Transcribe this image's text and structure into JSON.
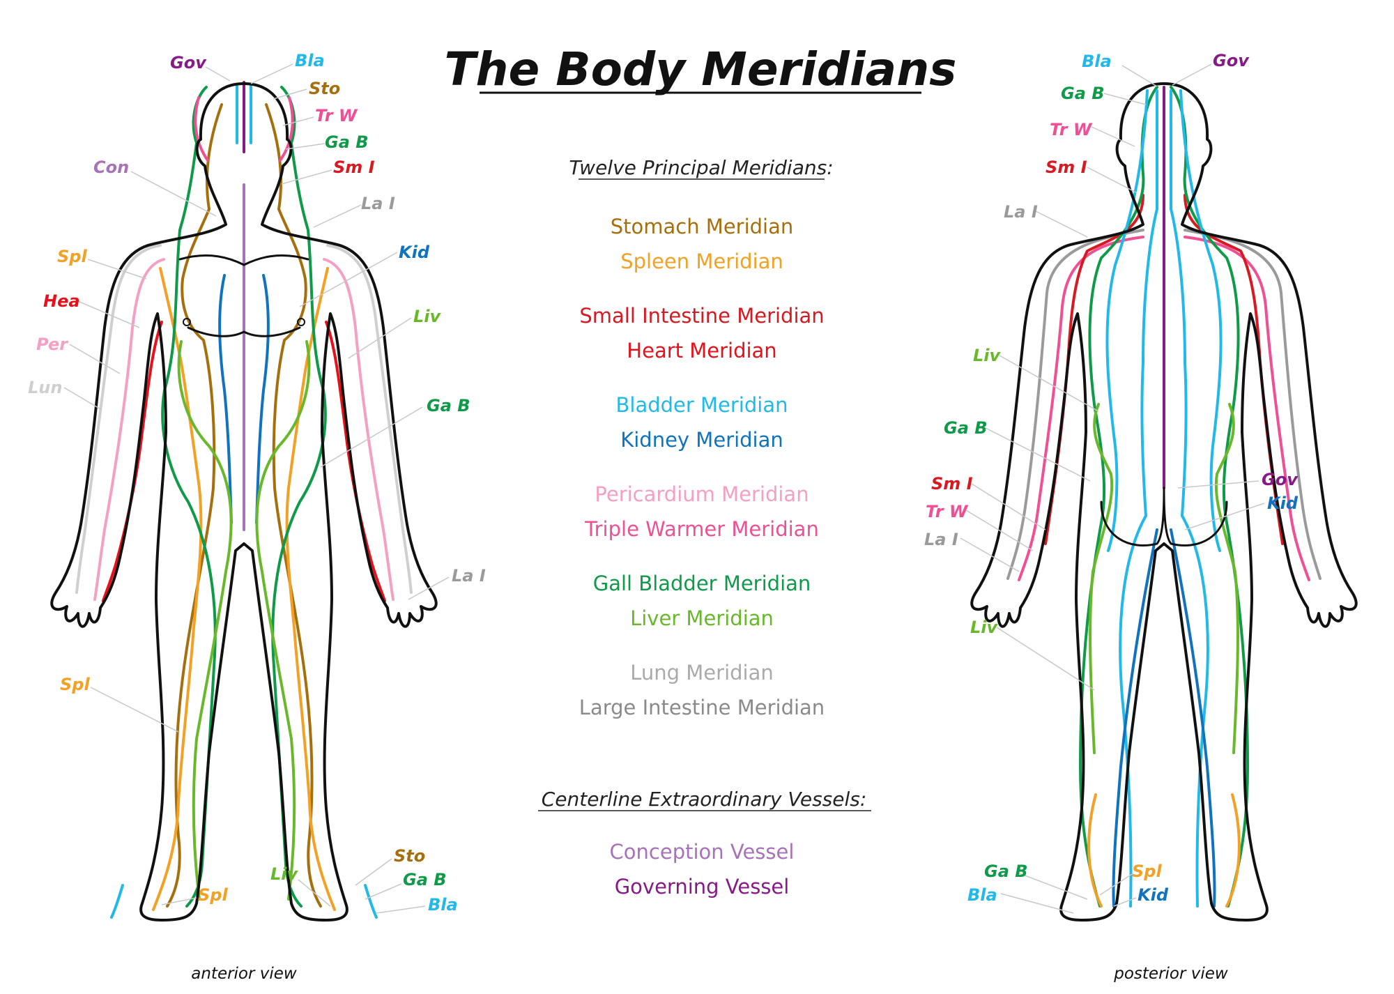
{
  "title": "The Body Meridians",
  "principal_heading": "Twelve Principal Meridians:",
  "extra_heading": "Centerline Extraordinary Vessels:",
  "colors": {
    "sto": "#a66f0e",
    "spl": "#f2a125",
    "smi": "#d71921",
    "hea": "#e8101a",
    "bla": "#22b8e8",
    "kid": "#1173bd",
    "per": "#f4a0c4",
    "trw": "#ef4f93",
    "gab": "#0e9a48",
    "liv": "#69b82c",
    "lun": "#cfcfcf",
    "lai": "#9a9a9a",
    "con": "#a872b8",
    "gov": "#861a86"
  },
  "legend": [
    {
      "text": "Stomach Meridian",
      "color": "#a66f0e"
    },
    {
      "text": "Spleen Meridian",
      "color": "#f2a125"
    },
    {
      "text": "Small Intestine Meridian",
      "color": "#d71921"
    },
    {
      "text": "Heart Meridian",
      "color": "#e8101a"
    },
    {
      "text": "Bladder Meridian",
      "color": "#22b8e8"
    },
    {
      "text": "Kidney Meridian",
      "color": "#1173bd"
    },
    {
      "text": "Pericardium Meridian",
      "color": "#f4a0c4"
    },
    {
      "text": "Triple Warmer Meridian",
      "color": "#ef4f93"
    },
    {
      "text": "Gall Bladder Meridian",
      "color": "#0e9a48"
    },
    {
      "text": "Liver Meridian",
      "color": "#69b82c"
    },
    {
      "text": "Lung Meridian",
      "color": "#aaaaaa"
    },
    {
      "text": "Large Intestine Meridian",
      "color": "#8a8a8a"
    }
  ],
  "vessels": [
    {
      "text": "Conception Vessel",
      "color": "#a872b8"
    },
    {
      "text": "Governing Vessel",
      "color": "#861a86"
    }
  ],
  "anterior_view": "anterior view",
  "posterior_view": "posterior view",
  "anterior_labels": [
    {
      "text": "Gov",
      "color": "#861a86"
    },
    {
      "text": "Bla",
      "color": "#22b8e8"
    },
    {
      "text": "Sto",
      "color": "#a66f0e"
    },
    {
      "text": "Tr W",
      "color": "#ef4f93"
    },
    {
      "text": "Ga B",
      "color": "#0e9a48"
    },
    {
      "text": "Sm I",
      "color": "#d71921"
    },
    {
      "text": "Con",
      "color": "#a872b8"
    },
    {
      "text": "La I",
      "color": "#9a9a9a"
    },
    {
      "text": "Spl",
      "color": "#f2a125"
    },
    {
      "text": "Kid",
      "color": "#1173bd"
    },
    {
      "text": "Hea",
      "color": "#e8101a"
    },
    {
      "text": "Liv",
      "color": "#69b82c"
    },
    {
      "text": "Per",
      "color": "#f4a0c4"
    },
    {
      "text": "Lun",
      "color": "#cfcfcf"
    },
    {
      "text": "Ga B",
      "color": "#0e9a48"
    },
    {
      "text": "La I",
      "color": "#9a9a9a"
    },
    {
      "text": "Spl",
      "color": "#f2a125"
    },
    {
      "text": "Sto",
      "color": "#a66f0e"
    },
    {
      "text": "Liv",
      "color": "#69b82c"
    },
    {
      "text": "Ga B",
      "color": "#0e9a48"
    },
    {
      "text": "Spl",
      "color": "#f2a125"
    },
    {
      "text": "Bla",
      "color": "#22b8e8"
    }
  ],
  "posterior_labels": [
    {
      "text": "Bla",
      "color": "#22b8e8"
    },
    {
      "text": "Gov",
      "color": "#861a86"
    },
    {
      "text": "Ga B",
      "color": "#0e9a48"
    },
    {
      "text": "Tr W",
      "color": "#ef4f93"
    },
    {
      "text": "Sm I",
      "color": "#d71921"
    },
    {
      "text": "La I",
      "color": "#9a9a9a"
    },
    {
      "text": "Liv",
      "color": "#69b82c"
    },
    {
      "text": "Ga B",
      "color": "#0e9a48"
    },
    {
      "text": "Sm I",
      "color": "#d71921"
    },
    {
      "text": "Gov",
      "color": "#861a86"
    },
    {
      "text": "Tr W",
      "color": "#ef4f93"
    },
    {
      "text": "Kid",
      "color": "#1173bd"
    },
    {
      "text": "La I",
      "color": "#9a9a9a"
    },
    {
      "text": "Liv",
      "color": "#69b82c"
    },
    {
      "text": "Ga B",
      "color": "#0e9a48"
    },
    {
      "text": "Spl",
      "color": "#f2a125"
    },
    {
      "text": "Bla",
      "color": "#22b8e8"
    },
    {
      "text": "Kid",
      "color": "#1173bd"
    }
  ]
}
